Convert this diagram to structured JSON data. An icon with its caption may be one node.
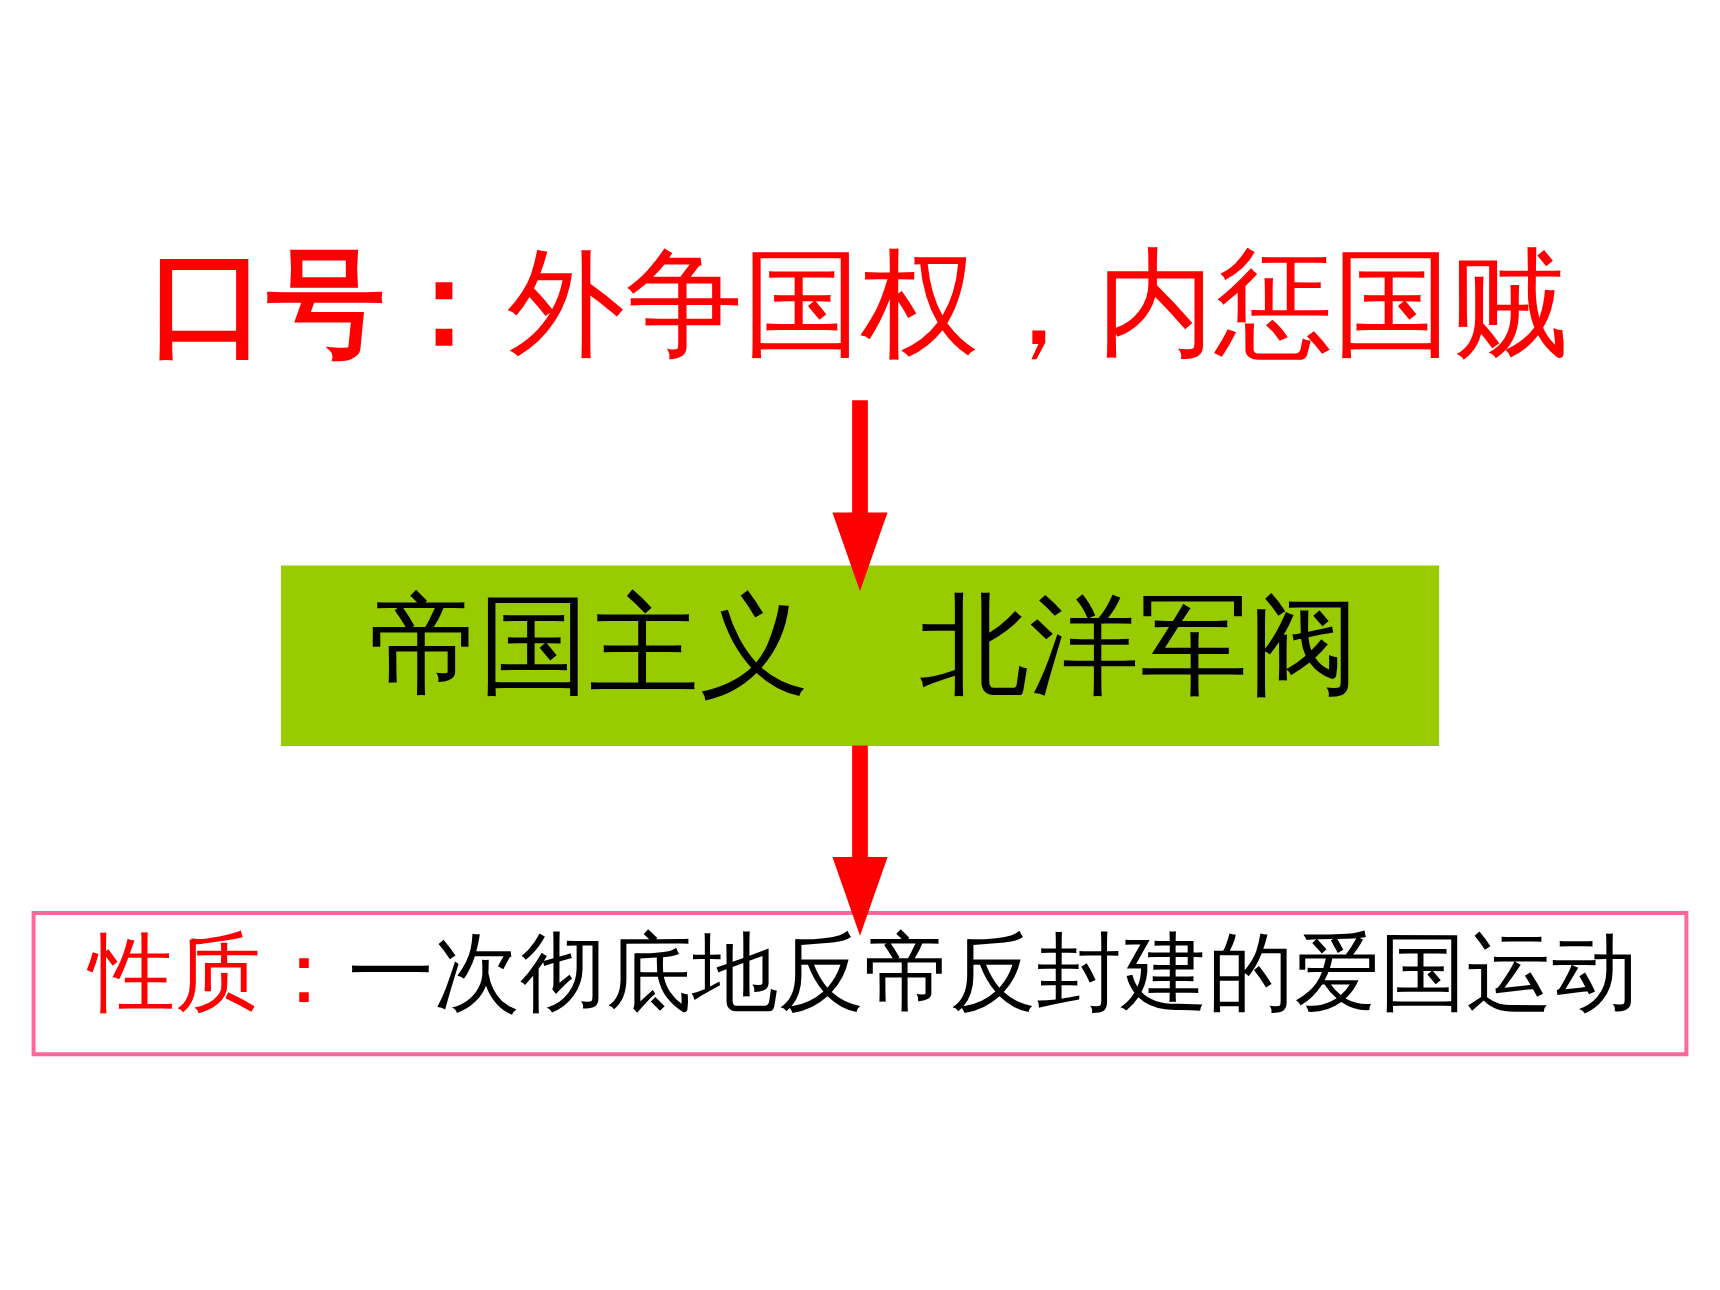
{
  "diagram": {
    "nodes": [
      {
        "text": [
          "口号：",
          "外争国权，内惩国贼"
        ]
      },
      {
        "text": [
          "帝国主义　北洋军阀"
        ]
      },
      {
        "text": [
          "性质：",
          "一次彻底地反帝反封建的爱国运动"
        ]
      }
    ],
    "edges": [
      {
        "from": 0,
        "to": 1,
        "arrow": "to"
      },
      {
        "from": 1,
        "to": 2,
        "arrow": "to"
      }
    ]
  }
}
